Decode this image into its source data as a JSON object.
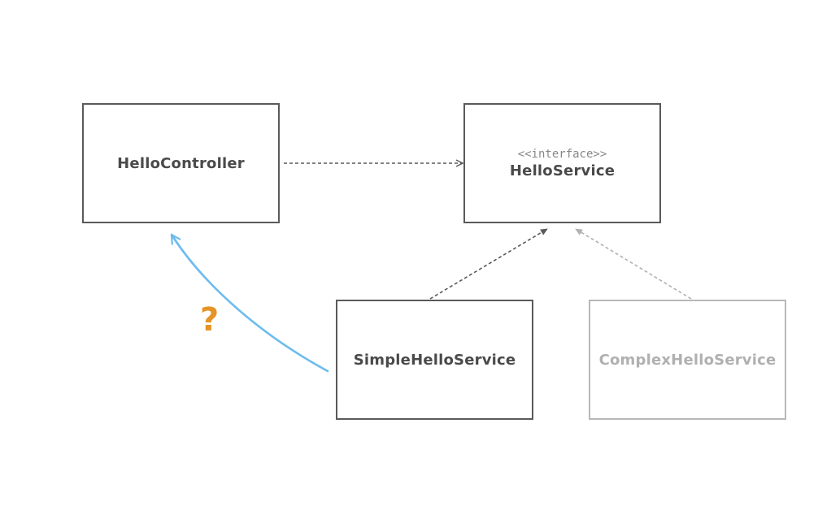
{
  "diagram": {
    "nodes": {
      "controller": {
        "label": "HelloController"
      },
      "service": {
        "stereotype": "<<interface>>",
        "label": "HelloService"
      },
      "simple": {
        "label": "SimpleHelloService"
      },
      "complex": {
        "label": "ComplexHelloService"
      }
    },
    "annotation": {
      "text": "?"
    },
    "edges": [
      {
        "from": "HelloController",
        "to": "HelloService",
        "style": "dashed"
      },
      {
        "from": "SimpleHelloService",
        "to": "HelloService",
        "style": "dashed"
      },
      {
        "from": "ComplexHelloService",
        "to": "HelloService",
        "style": "dashed",
        "muted": true
      },
      {
        "from": "SimpleHelloService",
        "to": "HelloController",
        "style": "curved"
      }
    ],
    "colors": {
      "box_border": "#5a5a5a",
      "muted": "#b8b8b8",
      "text": "#4a4a4a",
      "curved_arrow": "#6cbcee",
      "question_mark": "#e69426"
    }
  }
}
